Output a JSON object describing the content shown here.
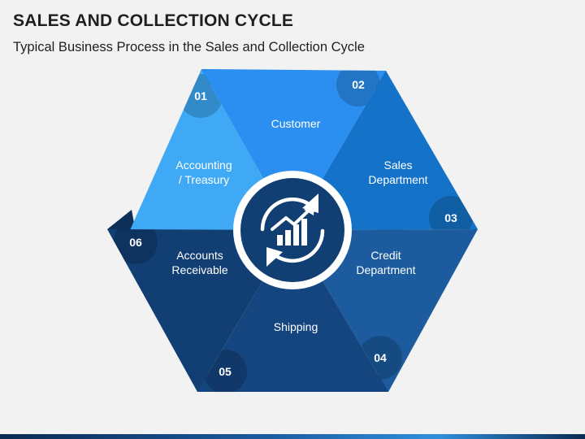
{
  "header": {
    "title": "SALES AND COLLECTION CYCLE",
    "subtitle": "Typical Business Process in the Sales and Collection Cycle"
  },
  "segments": [
    {
      "number": "01",
      "lines": [
        "Accounting",
        "/ Treasury"
      ],
      "color": "#3fa9f5"
    },
    {
      "number": "02",
      "lines": [
        "Customer"
      ],
      "color": "#2a8ff0"
    },
    {
      "number": "03",
      "lines": [
        "Sales",
        "Department"
      ],
      "color": "#1473c9"
    },
    {
      "number": "04",
      "lines": [
        "Credit",
        "Department"
      ],
      "color": "#1c5c9e"
    },
    {
      "number": "05",
      "lines": [
        "Shipping"
      ],
      "color": "#15457f"
    },
    {
      "number": "06",
      "lines": [
        "Accounts",
        "Receivable"
      ],
      "color": "#123f73"
    }
  ],
  "center": {
    "icon": "sales-growth-cycle-icon",
    "fill": "#123f73"
  }
}
